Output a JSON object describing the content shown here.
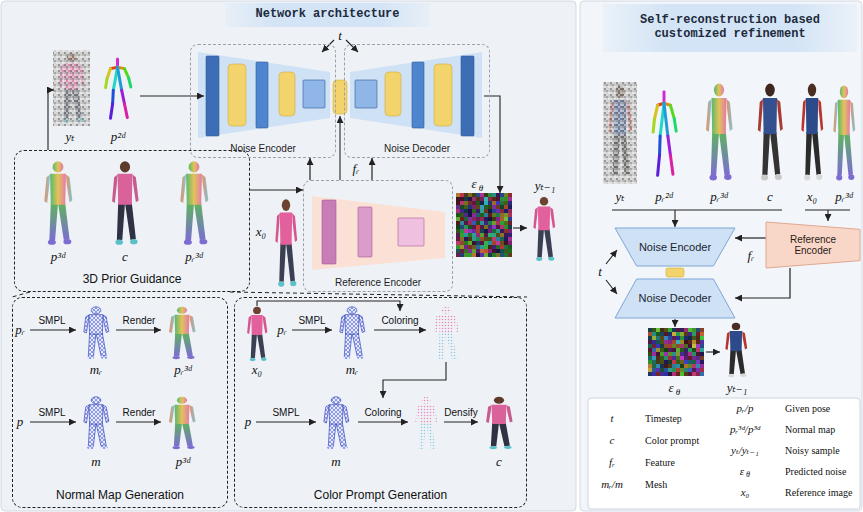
{
  "diagram": {
    "nodes": [
      {
        "text": [
          "Network architecture"
        ]
      },
      {
        "text": [
          "Self-reconstruction based customized refinement"
        ]
      },
      {
        "text": [
          "Noise Encoder"
        ]
      },
      {
        "text": [
          "Noise Decoder"
        ]
      },
      {
        "text": [
          "3D Prior Guidance"
        ]
      },
      {
        "text": [
          "Reference Encoder"
        ]
      },
      {
        "text": [
          "Normal Map Generation"
        ]
      },
      {
        "text": [
          "Color Prompt Generation"
        ]
      },
      {
        "text": [
          "Noise Encoder"
        ]
      },
      {
        "text": [
          "Noise Decoder"
        ]
      },
      {
        "text": [
          "Reference Encoder"
        ]
      }
    ],
    "edges": [
      {
        "from": 4,
        "to": 5,
        "arrow": "to"
      },
      {
        "from": 5,
        "to": 2,
        "arrow": "to"
      },
      {
        "from": 5,
        "to": 3,
        "arrow": "to"
      },
      {
        "from": 10,
        "to": 8,
        "arrow": "to"
      },
      {
        "from": 10,
        "to": 9,
        "arrow": "to"
      }
    ],
    "labels": [
      "t",
      "yₜ",
      "p²ᵈ",
      "fᵣ",
      "p³ᵈ",
      "c",
      "pᵣ³ᵈ",
      "x₀",
      "ε",
      "θ",
      "yₜ₋₁",
      "pᵣ",
      "SMPL",
      "mᵣ",
      "Render",
      "pᵣ³ᵈ",
      "p",
      "SMPL",
      "m",
      "Render",
      "p³ᵈ",
      "x₀",
      "pᵣ",
      "SMPL",
      "mᵣ",
      "Coloring",
      "p",
      "SMPL",
      "m",
      "Coloring",
      "Densify",
      "c",
      "yₜ",
      "pᵣ²ᵈ",
      "pᵣ³ᵈ",
      "c",
      "x₀",
      "pᵣ³ᵈ",
      "t",
      "fᵣ",
      "ε",
      "θ",
      "yₜ₋₁",
      "t",
      "Timestep",
      "c",
      "Color prompt",
      "fᵣ",
      "Feature",
      "mᵣ/m",
      "Mesh",
      "pᵣ/p",
      "Given pose",
      "pᵣ³ᵈ/p³ᵈ",
      "Normal map",
      "yₜ/yₜ₋₁",
      "Noisy sample",
      "ε",
      "θ",
      "Predicted noise",
      "x₀",
      "Reference image"
    ]
  }
}
